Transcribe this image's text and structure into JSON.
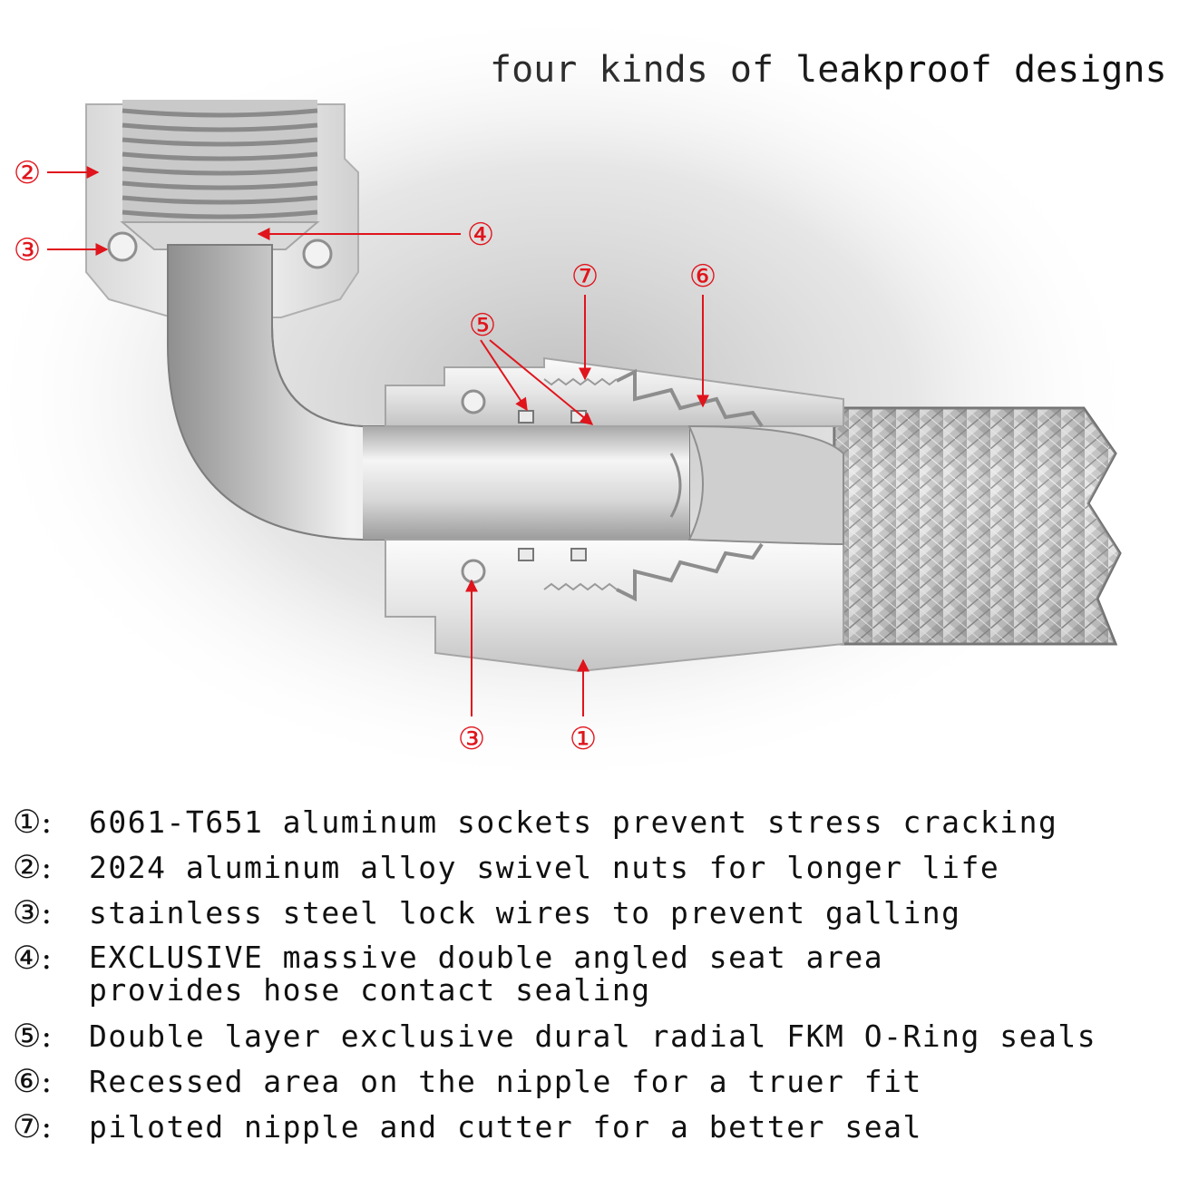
{
  "title": "four kinds of leakproof designs",
  "colors": {
    "callout": "#e0141c",
    "metal_light": "#f4f4f4",
    "metal_mid": "#cfcfcf",
    "metal_dark": "#9a9a9a",
    "text": "#111111"
  },
  "callouts": [
    {
      "id": "c2",
      "number": "②"
    },
    {
      "id": "c3-top",
      "number": "③"
    },
    {
      "id": "c4",
      "number": "④"
    },
    {
      "id": "c7",
      "number": "⑦"
    },
    {
      "id": "c6",
      "number": "⑥"
    },
    {
      "id": "c5",
      "number": "⑤"
    },
    {
      "id": "c3-bottom",
      "number": "③"
    },
    {
      "id": "c1",
      "number": "①"
    }
  ],
  "legend": [
    {
      "number": "①:",
      "text": "6061-T651 aluminum sockets prevent stress cracking"
    },
    {
      "number": "②:",
      "text": "2024 aluminum alloy swivel nuts for longer life"
    },
    {
      "number": "③:",
      "text": "stainless steel lock wires to prevent galling"
    },
    {
      "number": "④:",
      "text": "EXCLUSIVE massive double angled seat area\nprovides hose contact sealing"
    },
    {
      "number": "⑤:",
      "text": "Double layer exclusive dural radial FKM O-Ring seals"
    },
    {
      "number": "⑥:",
      "text": "Recessed area on the nipple for a truer fit"
    },
    {
      "number": "⑦:",
      "text": "piloted nipple and cutter for a better seal"
    }
  ]
}
